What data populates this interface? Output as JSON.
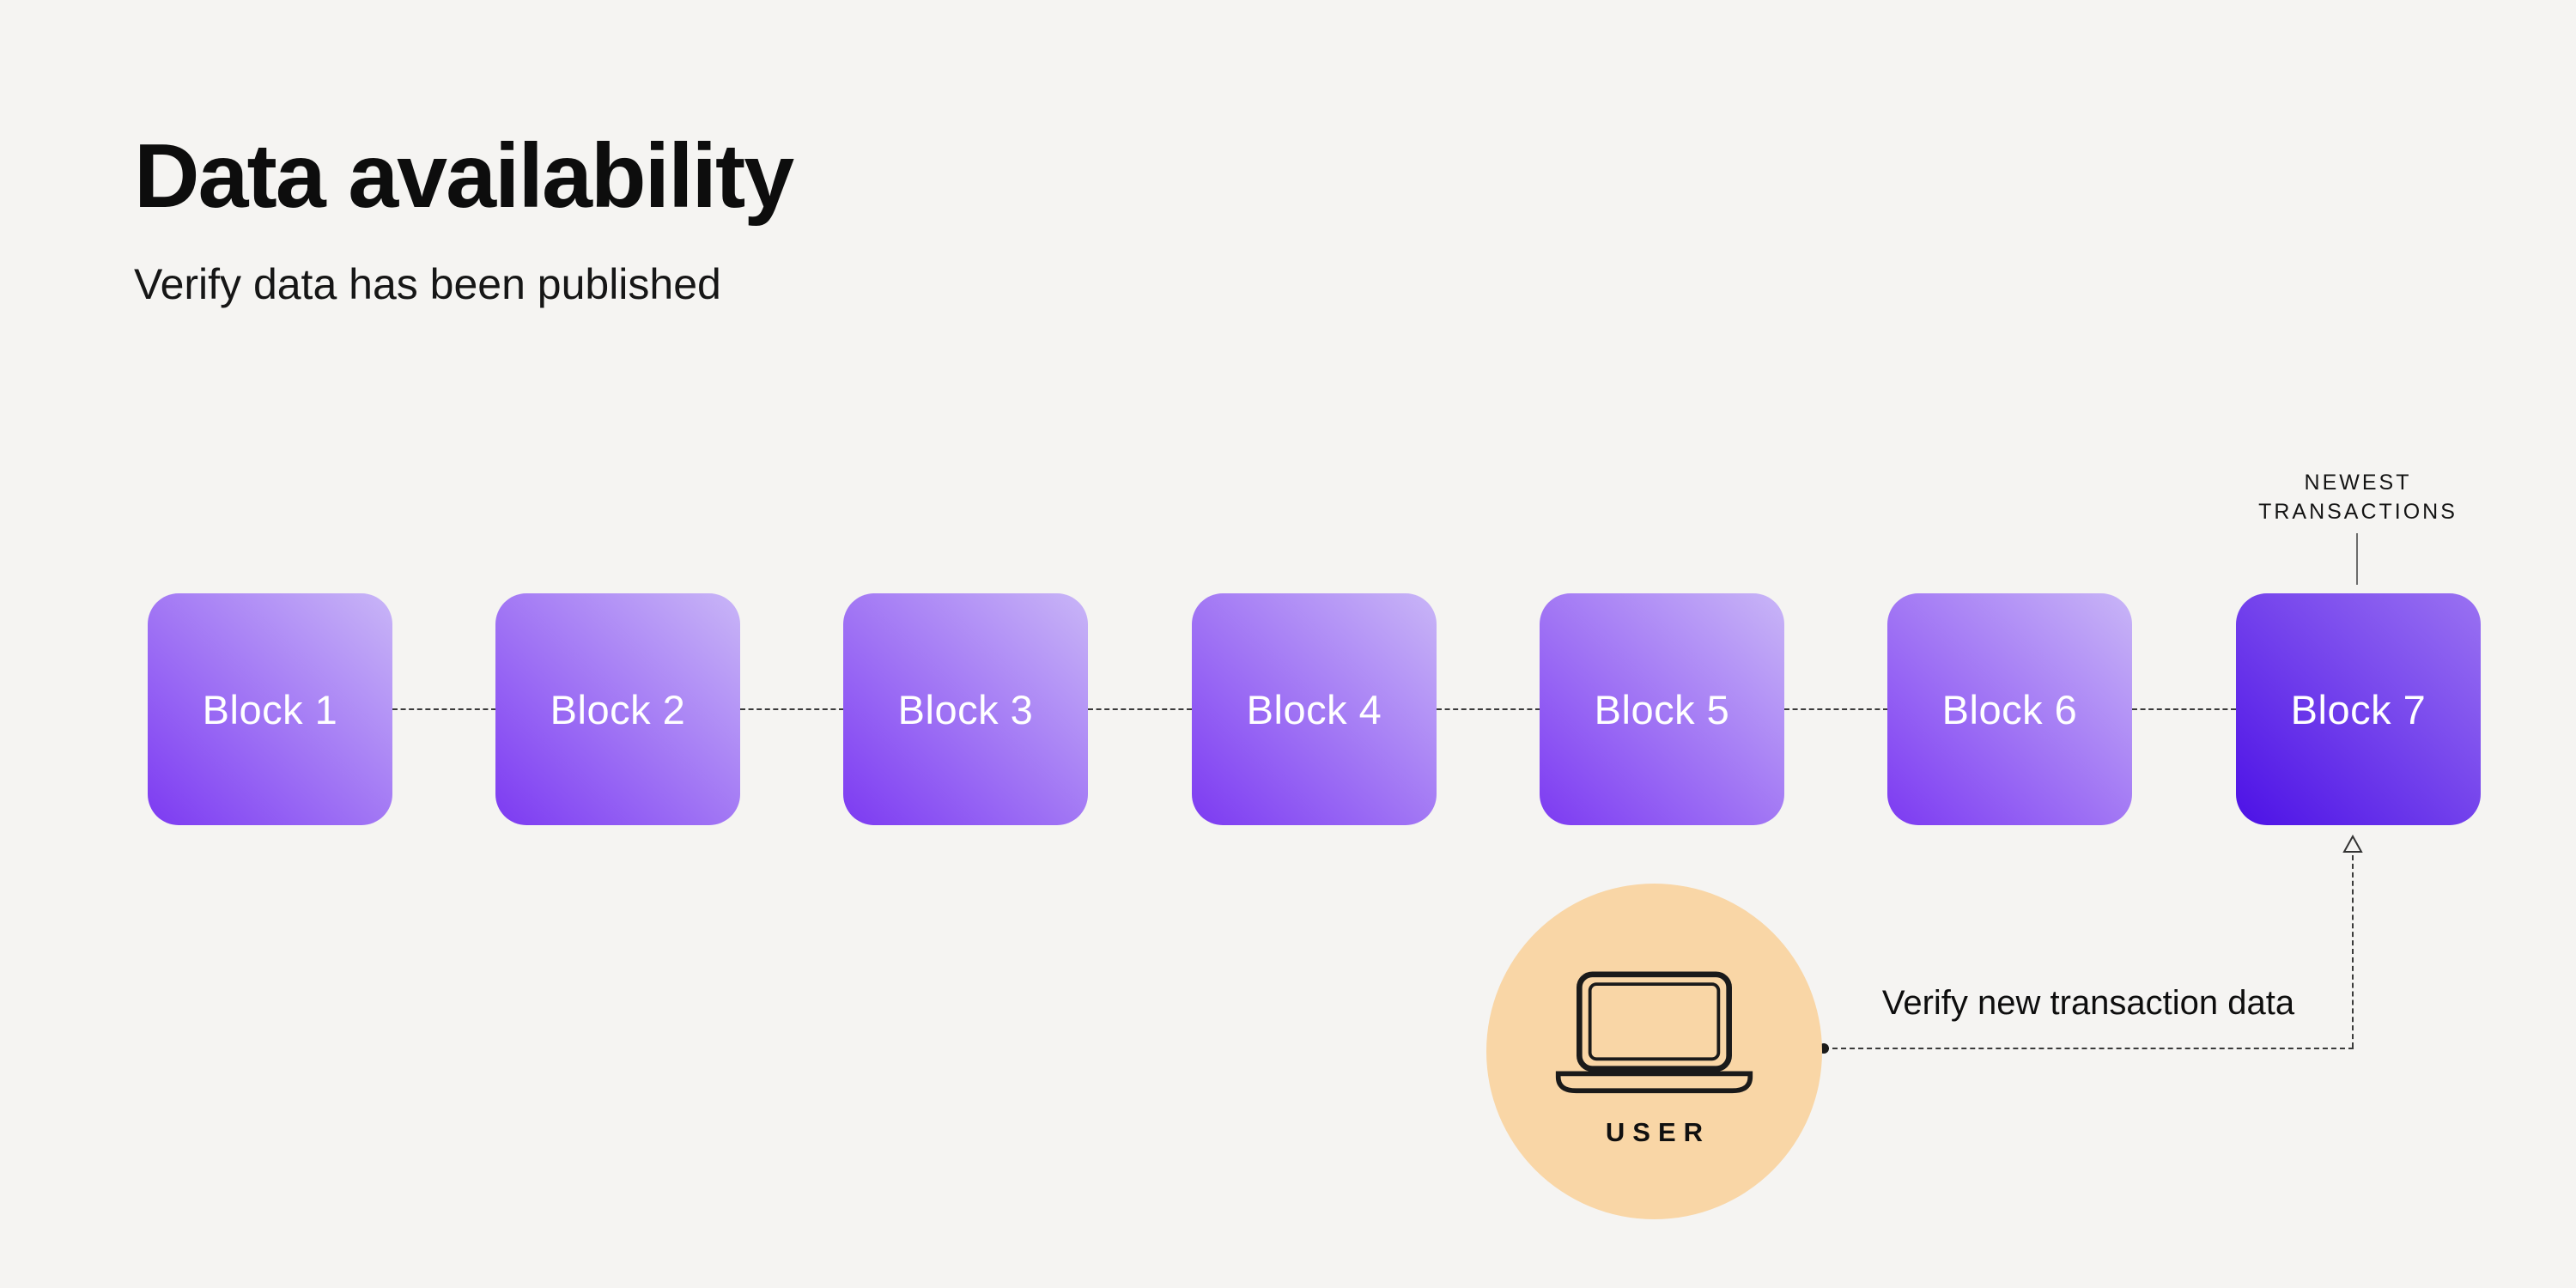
{
  "header": {
    "title": "Data availability",
    "subtitle": "Verify data has been published"
  },
  "chain": {
    "blocks": [
      {
        "label": "Block 1"
      },
      {
        "label": "Block 2"
      },
      {
        "label": "Block 3"
      },
      {
        "label": "Block 4"
      },
      {
        "label": "Block 5"
      },
      {
        "label": "Block 6"
      },
      {
        "label": "Block 7"
      }
    ],
    "newest_label": "NEWEST\nTRANSACTIONS"
  },
  "annotation": {
    "verify_label": "Verify new transaction data"
  },
  "user": {
    "label": "USER",
    "icon": "laptop-icon"
  },
  "colors": {
    "background": "#f5f4f2",
    "block_gradient_light": "#c9b6f7",
    "block_gradient_dark": "#7c3af2",
    "block7_gradient_light": "#9a72f2",
    "block7_gradient_dark": "#4c11e6",
    "user_circle": "#f9d6a6",
    "text": "#111111",
    "line": "#3a3a3a"
  }
}
